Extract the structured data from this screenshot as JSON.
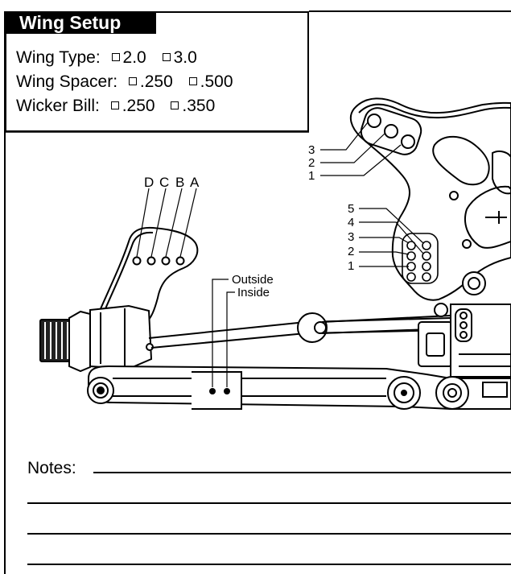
{
  "wing_setup": {
    "title": "Wing Setup",
    "rows": [
      {
        "label": "Wing Type:",
        "options": [
          "2.0",
          "3.0"
        ]
      },
      {
        "label": "Wing Spacer:",
        "options": [
          ".250",
          ".500"
        ]
      },
      {
        "label": "Wicker Bill:",
        "options": [
          ".250",
          ".350"
        ]
      }
    ]
  },
  "callouts": {
    "upper_holes": [
      "3",
      "2",
      "1"
    ],
    "lower_holes": [
      "5",
      "4",
      "3",
      "2",
      "1"
    ],
    "wing_mount_holes": [
      "D",
      "C",
      "B",
      "A"
    ],
    "outside": "Outside",
    "inside": "Inside"
  },
  "notes": {
    "label": "Notes:"
  }
}
